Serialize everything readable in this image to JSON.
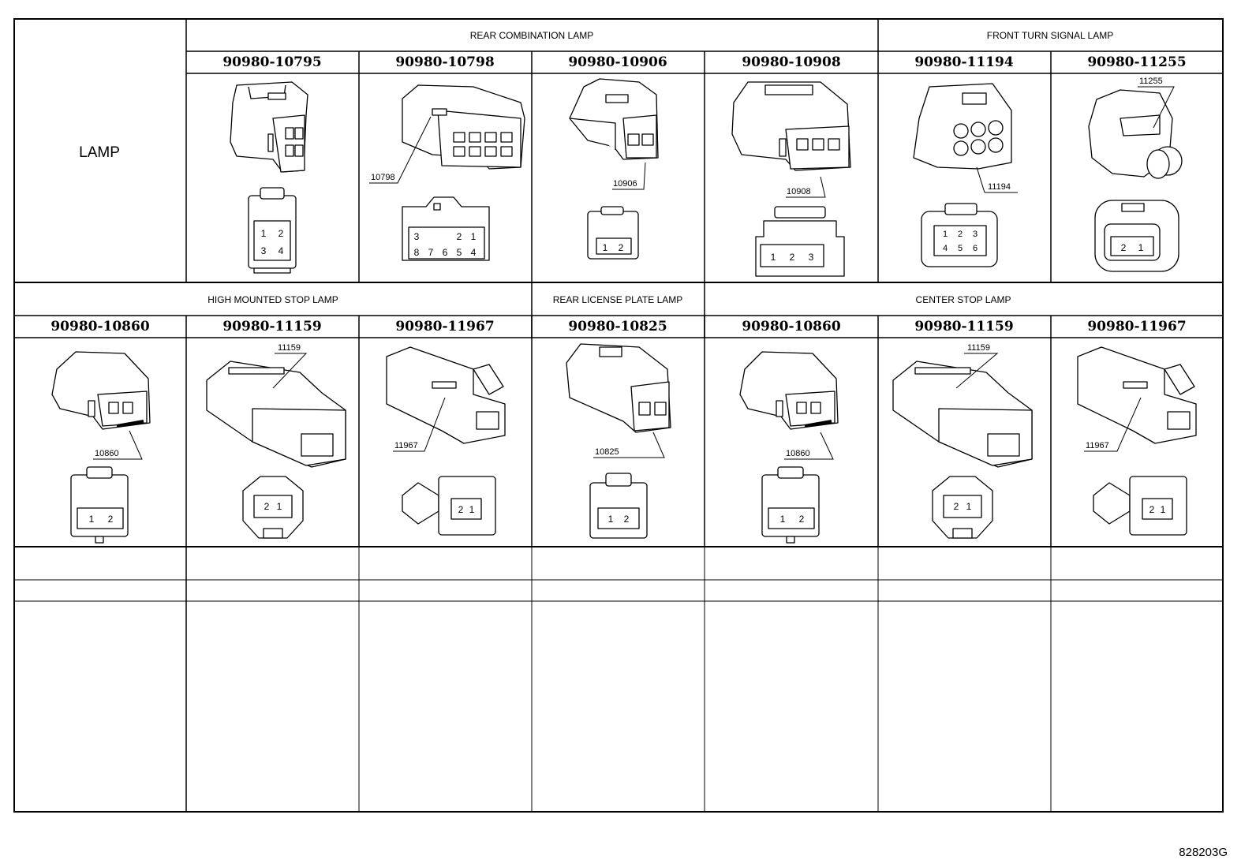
{
  "row_label": "LAMP",
  "drawing_id": "828203G",
  "row1": {
    "groups": [
      "REAR COMBINATION LAMP",
      "FRONT TURN SIGNAL LAMP"
    ],
    "parts": [
      {
        "pn": "90980-10795",
        "callout": "",
        "pins": [
          "1",
          "2",
          "3",
          "4"
        ]
      },
      {
        "pn": "90980-10798",
        "callout": "10798",
        "pins": [
          "3",
          "2",
          "1",
          "8",
          "7",
          "6",
          "5",
          "4"
        ]
      },
      {
        "pn": "90980-10906",
        "callout": "10906",
        "pins": [
          "1",
          "2"
        ]
      },
      {
        "pn": "90980-10908",
        "callout": "10908",
        "pins": [
          "1",
          "2",
          "3"
        ]
      },
      {
        "pn": "90980-11194",
        "callout": "11194",
        "pins": [
          "1",
          "2",
          "3",
          "4",
          "5",
          "6"
        ]
      },
      {
        "pn": "90980-11255",
        "callout": "11255",
        "pins": [
          "2",
          "1"
        ]
      }
    ]
  },
  "row2": {
    "groups": [
      "HIGH MOUNTED STOP LAMP",
      "REAR LICENSE PLATE LAMP",
      "CENTER STOP LAMP"
    ],
    "parts": [
      {
        "pn": "90980-10860",
        "callout": "10860",
        "pins": [
          "1",
          "2"
        ]
      },
      {
        "pn": "90980-11159",
        "callout": "11159",
        "pins": [
          "2",
          "1"
        ]
      },
      {
        "pn": "90980-11967",
        "callout": "11967",
        "pins": [
          "2",
          "1"
        ]
      },
      {
        "pn": "90980-10825",
        "callout": "10825",
        "pins": [
          "1",
          "2"
        ]
      },
      {
        "pn": "90980-10860",
        "callout": "10860",
        "pins": [
          "1",
          "2"
        ]
      },
      {
        "pn": "90980-11159",
        "callout": "11159",
        "pins": [
          "2",
          "1"
        ]
      },
      {
        "pn": "90980-11967",
        "callout": "11967",
        "pins": [
          "2",
          "1"
        ]
      }
    ]
  }
}
